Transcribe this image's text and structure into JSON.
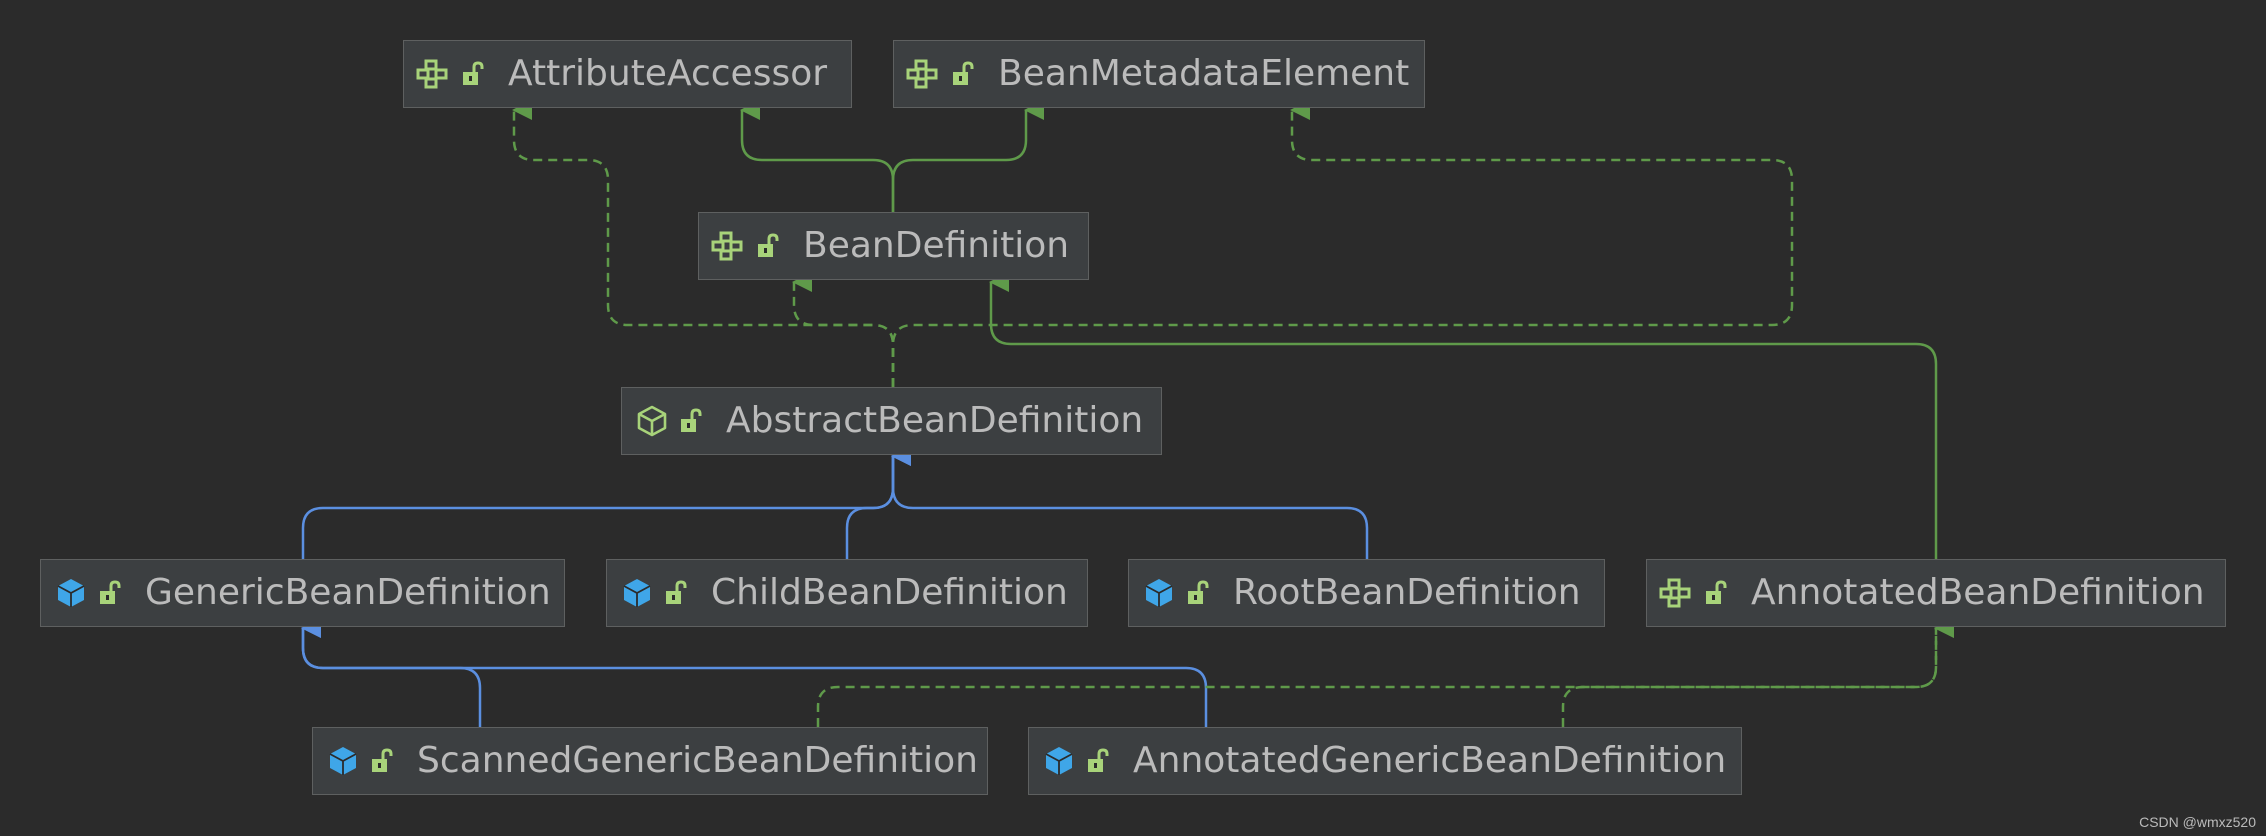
{
  "colors": {
    "background": "#2b2b2b",
    "node_fill": "#3c3f41",
    "node_border": "#5e6060",
    "label_text": "#bbbbbb",
    "interface_icon": "#a8d37a",
    "abstract_class_icon": "#a8d37a",
    "class_icon": "#3fa6e8",
    "visibility_icon": "#a8d37a",
    "extends_edge": "#5b8fe0",
    "interface_edge": "#5f9a4a"
  },
  "nodes": {
    "attribute_accessor": {
      "label": "AttributeAccessor",
      "kind": "interface",
      "kind_icon": "interface-icon",
      "visibility_icon": "public-lock-icon"
    },
    "bean_metadata_element": {
      "label": "BeanMetadataElement",
      "kind": "interface",
      "kind_icon": "interface-icon",
      "visibility_icon": "public-lock-icon"
    },
    "bean_definition": {
      "label": "BeanDefinition",
      "kind": "interface",
      "kind_icon": "interface-icon",
      "visibility_icon": "public-lock-icon"
    },
    "abstract_bean_definition": {
      "label": "AbstractBeanDefinition",
      "kind": "abstract-class",
      "kind_icon": "abstract-class-icon",
      "visibility_icon": "public-lock-icon"
    },
    "generic_bean_definition": {
      "label": "GenericBeanDefinition",
      "kind": "class",
      "kind_icon": "class-icon",
      "visibility_icon": "public-lock-icon"
    },
    "child_bean_definition": {
      "label": "ChildBeanDefinition",
      "kind": "class",
      "kind_icon": "class-icon",
      "visibility_icon": "public-lock-icon"
    },
    "root_bean_definition": {
      "label": "RootBeanDefinition",
      "kind": "class",
      "kind_icon": "class-icon",
      "visibility_icon": "public-lock-icon"
    },
    "annotated_bean_definition": {
      "label": "AnnotatedBeanDefinition",
      "kind": "interface",
      "kind_icon": "interface-icon",
      "visibility_icon": "public-lock-icon"
    },
    "scanned_generic_bean_definition": {
      "label": "ScannedGenericBeanDefinition",
      "kind": "class",
      "kind_icon": "class-icon",
      "visibility_icon": "public-lock-icon"
    },
    "annotated_generic_bean_definition": {
      "label": "AnnotatedGenericBeanDefinition",
      "kind": "class",
      "kind_icon": "class-icon",
      "visibility_icon": "public-lock-icon"
    }
  },
  "edges": [
    {
      "from": "bean_definition",
      "to": "attribute_accessor",
      "type": "extends-interface"
    },
    {
      "from": "bean_definition",
      "to": "bean_metadata_element",
      "type": "extends-interface"
    },
    {
      "from": "abstract_bean_definition",
      "to": "attribute_accessor",
      "type": "implements"
    },
    {
      "from": "abstract_bean_definition",
      "to": "bean_metadata_element",
      "type": "implements"
    },
    {
      "from": "abstract_bean_definition",
      "to": "bean_definition",
      "type": "implements"
    },
    {
      "from": "annotated_bean_definition",
      "to": "bean_definition",
      "type": "extends-interface"
    },
    {
      "from": "generic_bean_definition",
      "to": "abstract_bean_definition",
      "type": "extends"
    },
    {
      "from": "child_bean_definition",
      "to": "abstract_bean_definition",
      "type": "extends"
    },
    {
      "from": "root_bean_definition",
      "to": "abstract_bean_definition",
      "type": "extends"
    },
    {
      "from": "scanned_generic_bean_definition",
      "to": "generic_bean_definition",
      "type": "extends"
    },
    {
      "from": "annotated_generic_bean_definition",
      "to": "generic_bean_definition",
      "type": "extends"
    },
    {
      "from": "scanned_generic_bean_definition",
      "to": "annotated_bean_definition",
      "type": "implements"
    },
    {
      "from": "annotated_generic_bean_definition",
      "to": "annotated_bean_definition",
      "type": "implements"
    }
  ],
  "watermark": "CSDN @wmxz520"
}
